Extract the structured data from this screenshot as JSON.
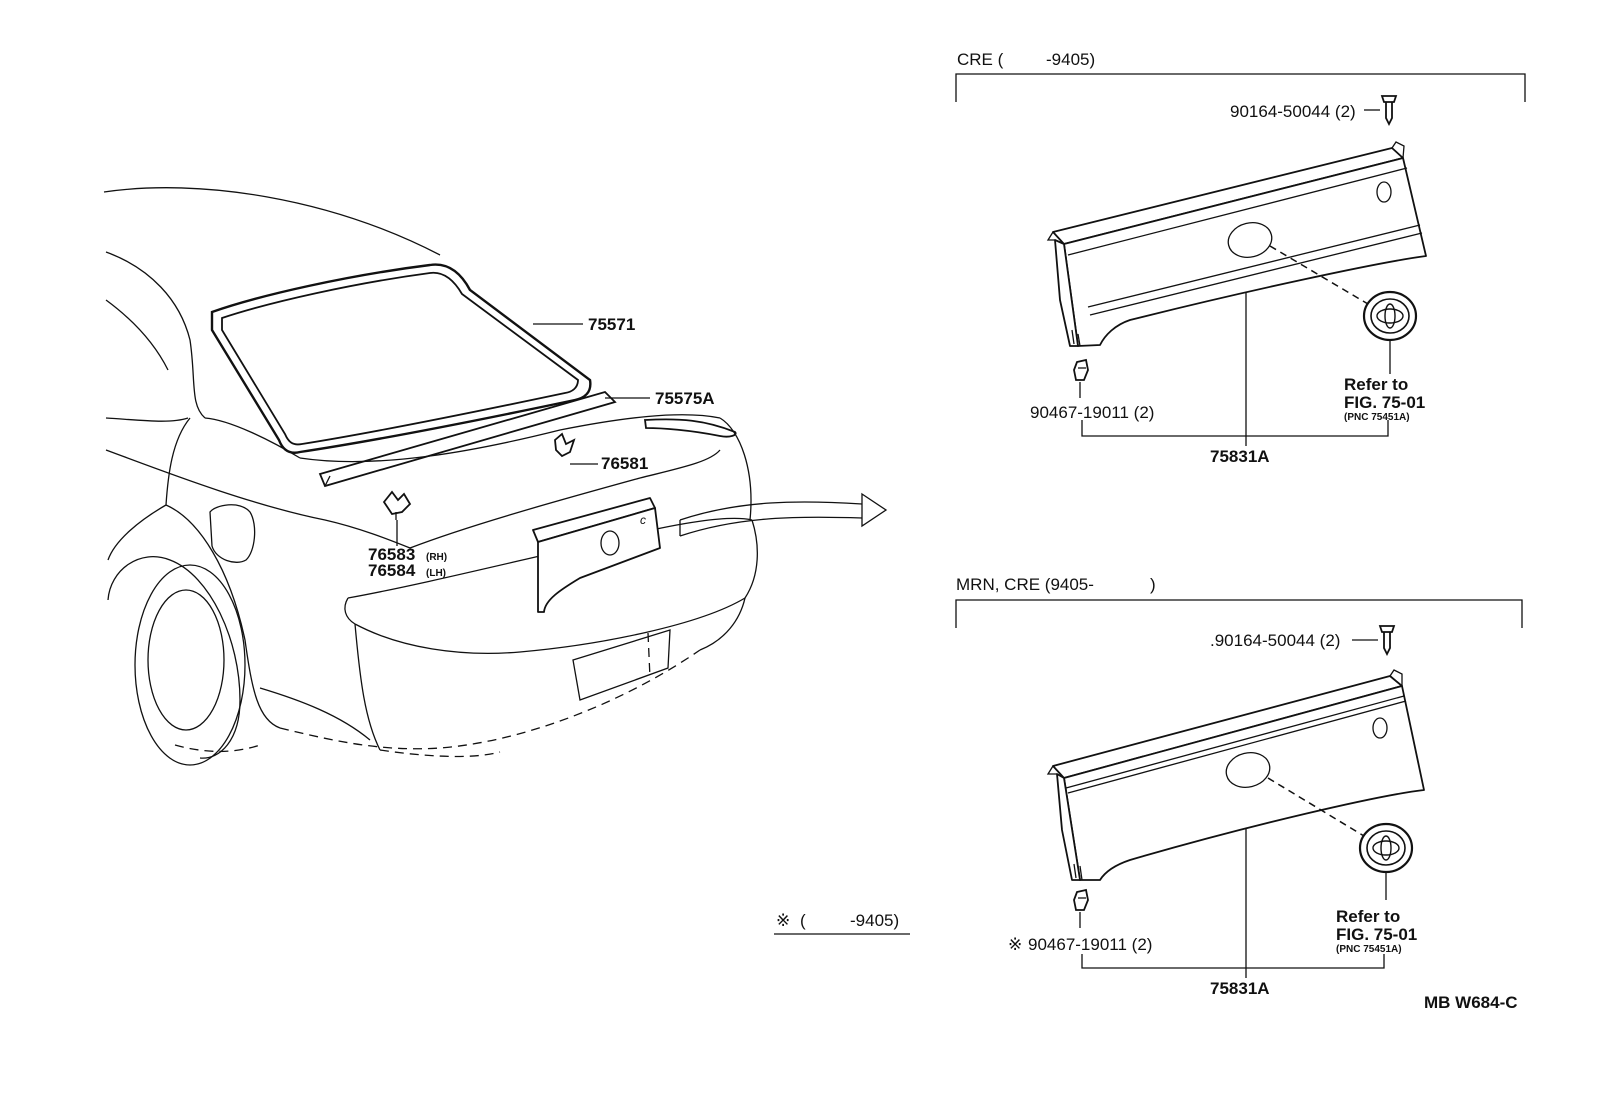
{
  "labels": {
    "p75571": "75571",
    "p75575a": "75575A",
    "p76581": "76581",
    "p76583": "76583",
    "p76583_side": "(RH)",
    "p76584": "76584",
    "p76584_side": "(LH)",
    "trunk_mark": "c"
  },
  "footnote": {
    "symbol": "※",
    "open": "(",
    "range": "-9405)"
  },
  "top_section": {
    "header": "CRE (",
    "header_range": "-9405)",
    "screw": "90164-50044 (2)",
    "clip": "90467-19011 (2)",
    "assembly": "75831A",
    "refer_line1": "Refer to",
    "refer_line2": "FIG. 75-01",
    "refer_line3": "(PNC 75451A)"
  },
  "bottom_section": {
    "header": "MRN, CRE (9405-",
    "header_close": ")",
    "screw": ".90164-50044 (2)",
    "clip_mark": "※",
    "clip": "90467-19011 (2)",
    "assembly": "75831A",
    "refer_line1": "Refer to",
    "refer_line2": "FIG. 75-01",
    "refer_line3": "(PNC 75451A)"
  },
  "drawing_code": "MB W684-C"
}
